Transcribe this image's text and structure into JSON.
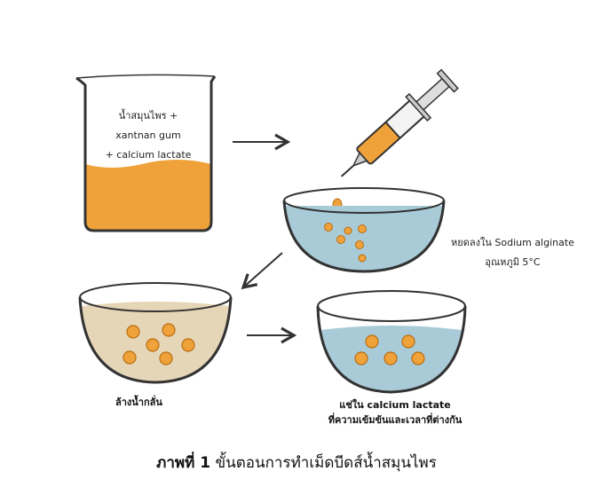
{
  "beaker": {
    "line1": "น้ำสมุนไพร +",
    "line2": "xantnan gum",
    "line3": "+ calcium lactate"
  },
  "drop_step": {
    "line1": "หยดลงใน Sodium alginate",
    "line2": "อุณหภูมิ 5°C"
  },
  "wash_step": {
    "label": "ล้างน้ำกลั่น"
  },
  "soak_step": {
    "line1": "แช่ใน calcium lactate",
    "line2": "ที่ความเข้มข้นและเวลาที่ต่างกัน"
  },
  "caption": {
    "prefix": "ภาพที่ 1",
    "text": "ขั้นตอนการทำเม็ดบีดส์น้ำสมุนไพร"
  },
  "colors": {
    "orange": "#f0a23a",
    "blue_liquid": "#a9cbd8",
    "beige_liquid": "#e6d6b8",
    "outline": "#333333"
  }
}
